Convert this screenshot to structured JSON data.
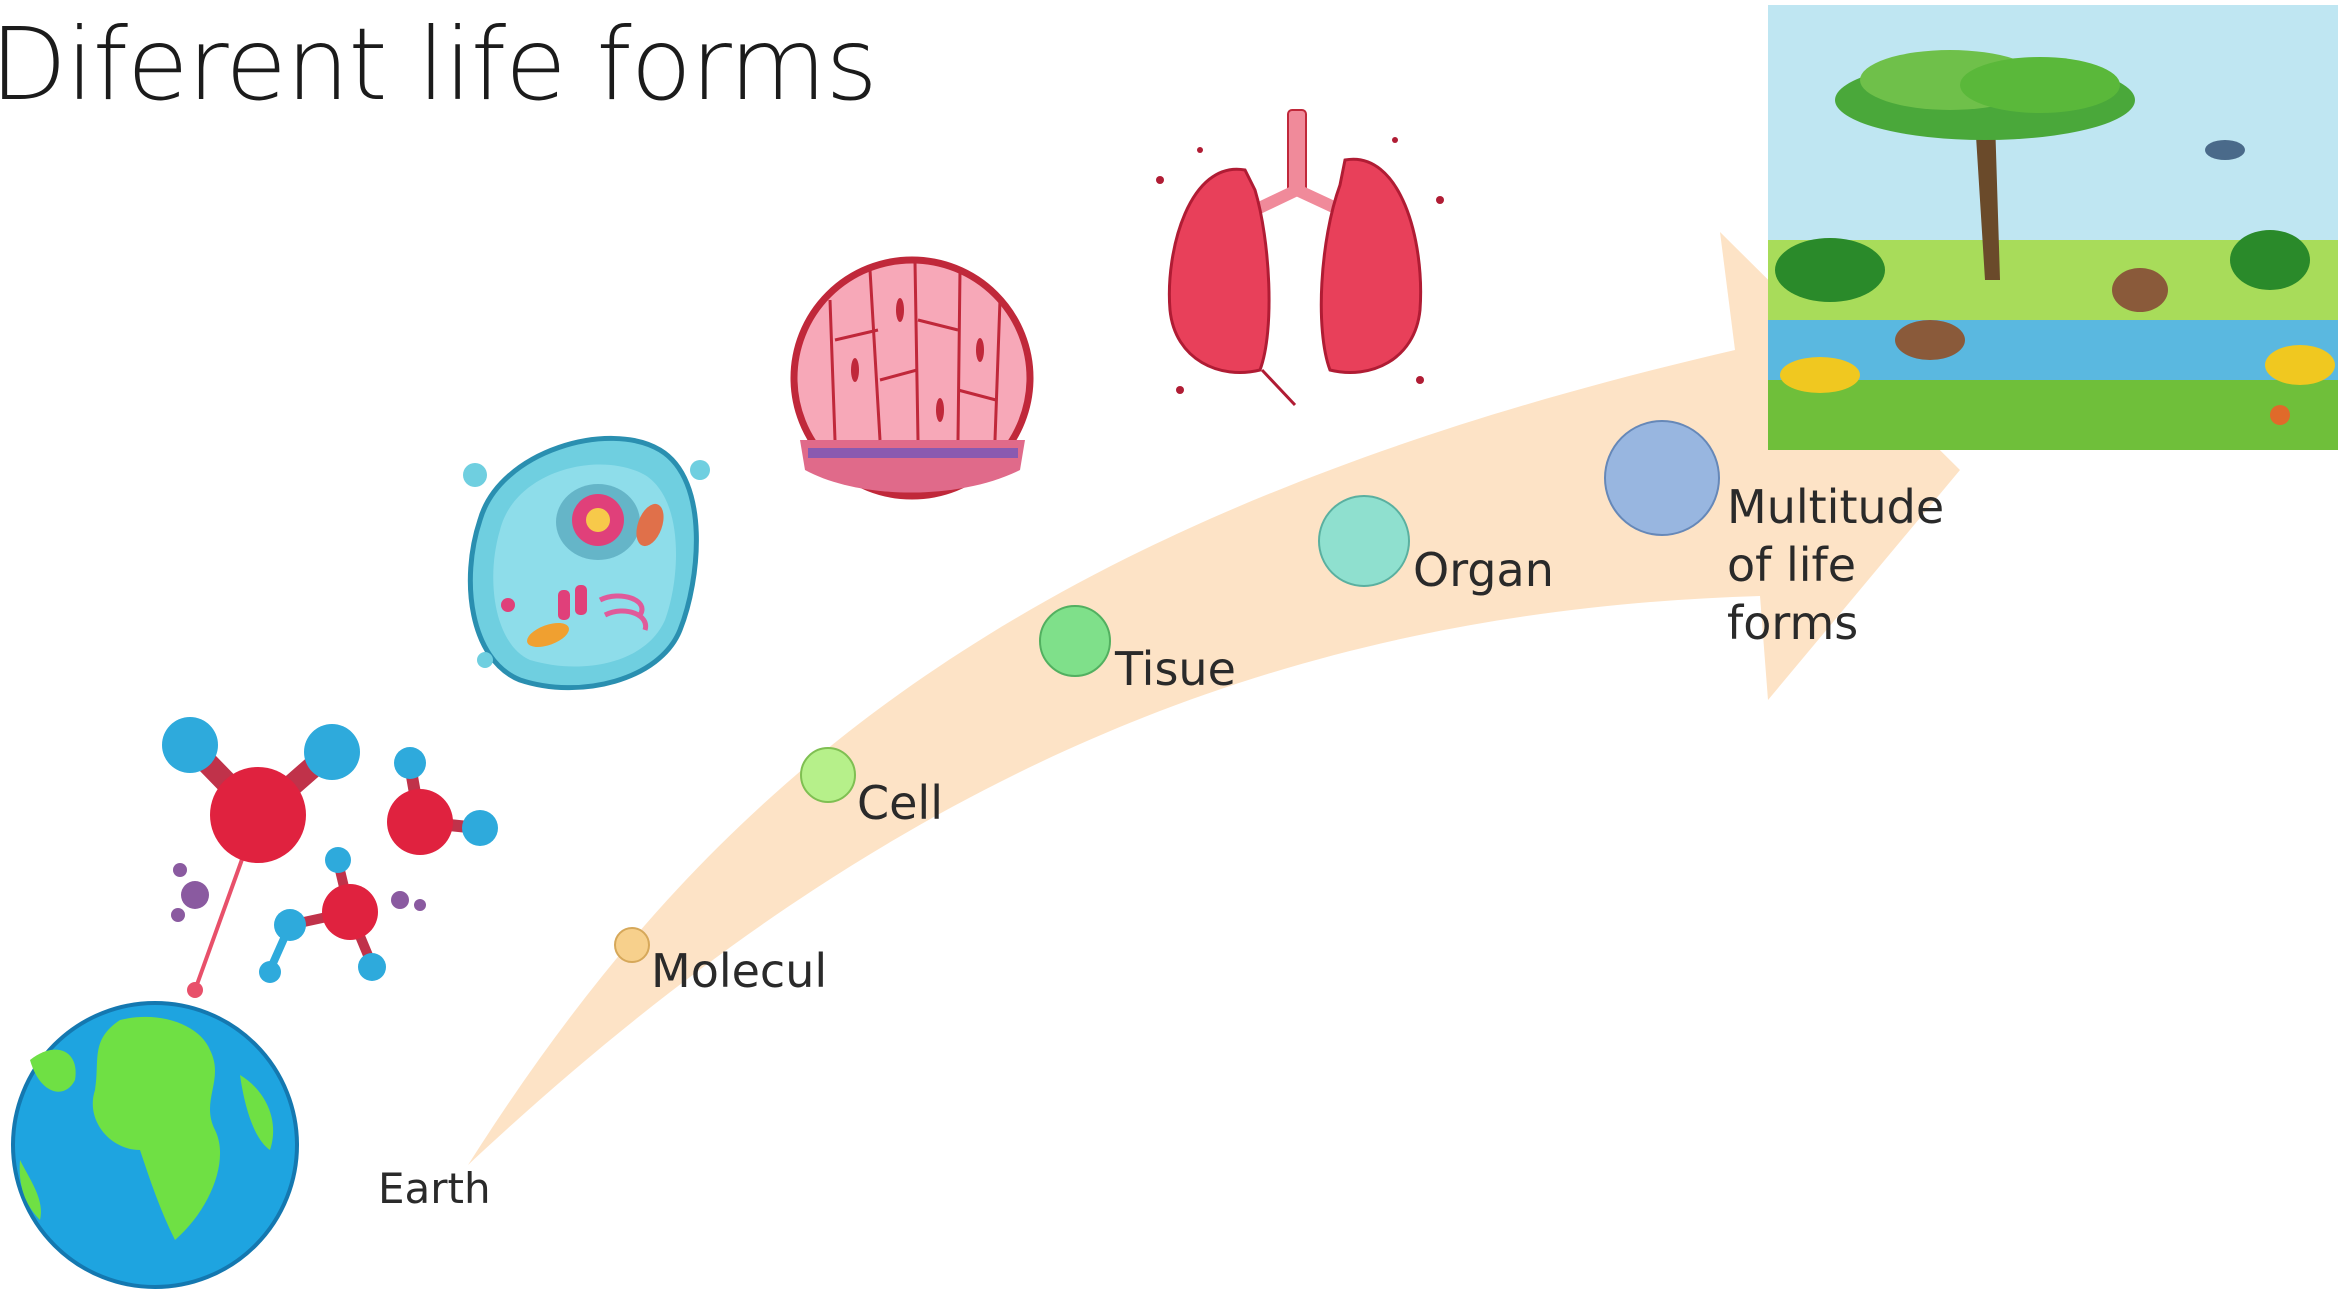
{
  "title": "Diferent life forms",
  "stages": {
    "earth": "Earth",
    "molecul": "Molecul",
    "cell": "Cell",
    "tisue": "Tisue",
    "organ": "Organ",
    "multitude_line1": "Multitude",
    "multitude_line2": "of life",
    "multitude_line3": "forms"
  },
  "icons": {
    "earth": "earth-globe-icon",
    "molecules": "molecules-icon",
    "cell": "cell-icon",
    "tissue": "tissue-icon",
    "lungs": "lungs-icon",
    "landscape": "savanna-landscape-image"
  },
  "colors": {
    "arrow": "#fde3c6",
    "molecul_dot": "#f7d08c",
    "cell_dot": "#b6f08a",
    "tisue_dot": "#7fe08a",
    "organ_dot": "#8fe0cf",
    "multi_dot": "#98b6e0"
  }
}
